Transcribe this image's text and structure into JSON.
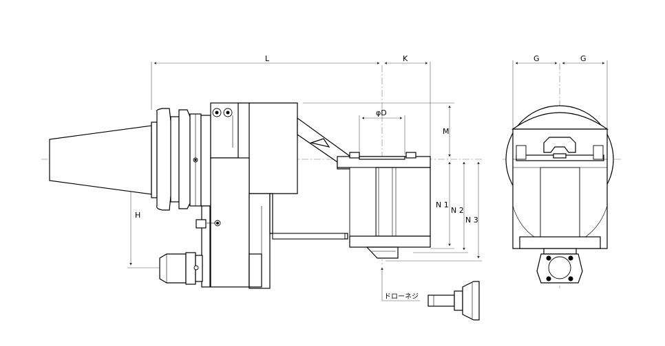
{
  "labels": {
    "L": "L",
    "K": "K",
    "phiD": "φD",
    "M": "M",
    "H": "H",
    "N1": "N 1",
    "N2": "N 2",
    "N3": "N 3",
    "G_left": "G",
    "G_right": "G",
    "draw_screw": "ドローネジ"
  }
}
